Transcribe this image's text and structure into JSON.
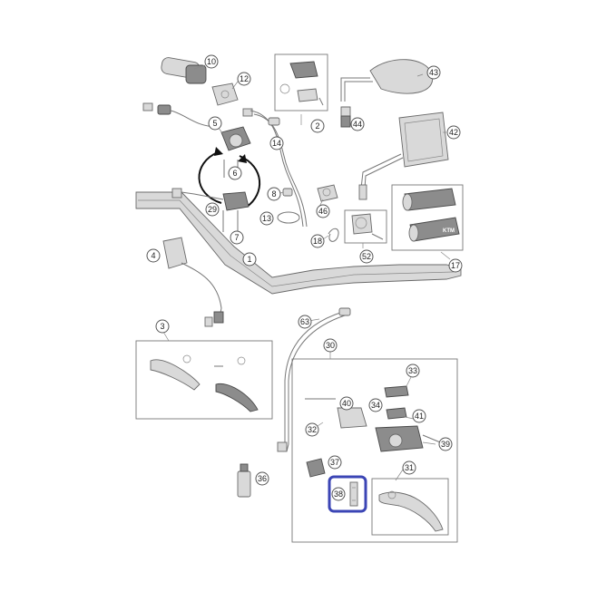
{
  "diagram": {
    "callouts": [
      {
        "id": "c10",
        "label": "10"
      },
      {
        "id": "c12",
        "label": "12"
      },
      {
        "id": "c2",
        "label": "2"
      },
      {
        "id": "c43",
        "label": "43"
      },
      {
        "id": "c5",
        "label": "5"
      },
      {
        "id": "c14",
        "label": "14"
      },
      {
        "id": "c44",
        "label": "44"
      },
      {
        "id": "c42",
        "label": "42"
      },
      {
        "id": "c6",
        "label": "6"
      },
      {
        "id": "c8",
        "label": "8"
      },
      {
        "id": "c46",
        "label": "46"
      },
      {
        "id": "c29",
        "label": "29"
      },
      {
        "id": "c13",
        "label": "13"
      },
      {
        "id": "c7",
        "label": "7"
      },
      {
        "id": "c18",
        "label": "18"
      },
      {
        "id": "c52",
        "label": "52"
      },
      {
        "id": "c4",
        "label": "4"
      },
      {
        "id": "c1",
        "label": "1"
      },
      {
        "id": "c17",
        "label": "17"
      },
      {
        "id": "c63",
        "label": "63"
      },
      {
        "id": "c3",
        "label": "3"
      },
      {
        "id": "c30",
        "label": "30"
      },
      {
        "id": "c33",
        "label": "33"
      },
      {
        "id": "c40",
        "label": "40"
      },
      {
        "id": "c34",
        "label": "34"
      },
      {
        "id": "c41",
        "label": "41"
      },
      {
        "id": "c32",
        "label": "32"
      },
      {
        "id": "c39",
        "label": "39"
      },
      {
        "id": "c37",
        "label": "37"
      },
      {
        "id": "c31",
        "label": "31"
      },
      {
        "id": "c36",
        "label": "36"
      },
      {
        "id": "c38",
        "label": "38"
      }
    ],
    "highlight": {
      "part": "38",
      "color": "#3b45b5"
    },
    "brand_text": "KTM",
    "colors": {
      "line": "#777777",
      "part": "#d9d9d9",
      "dark": "#8c8c8c"
    }
  }
}
